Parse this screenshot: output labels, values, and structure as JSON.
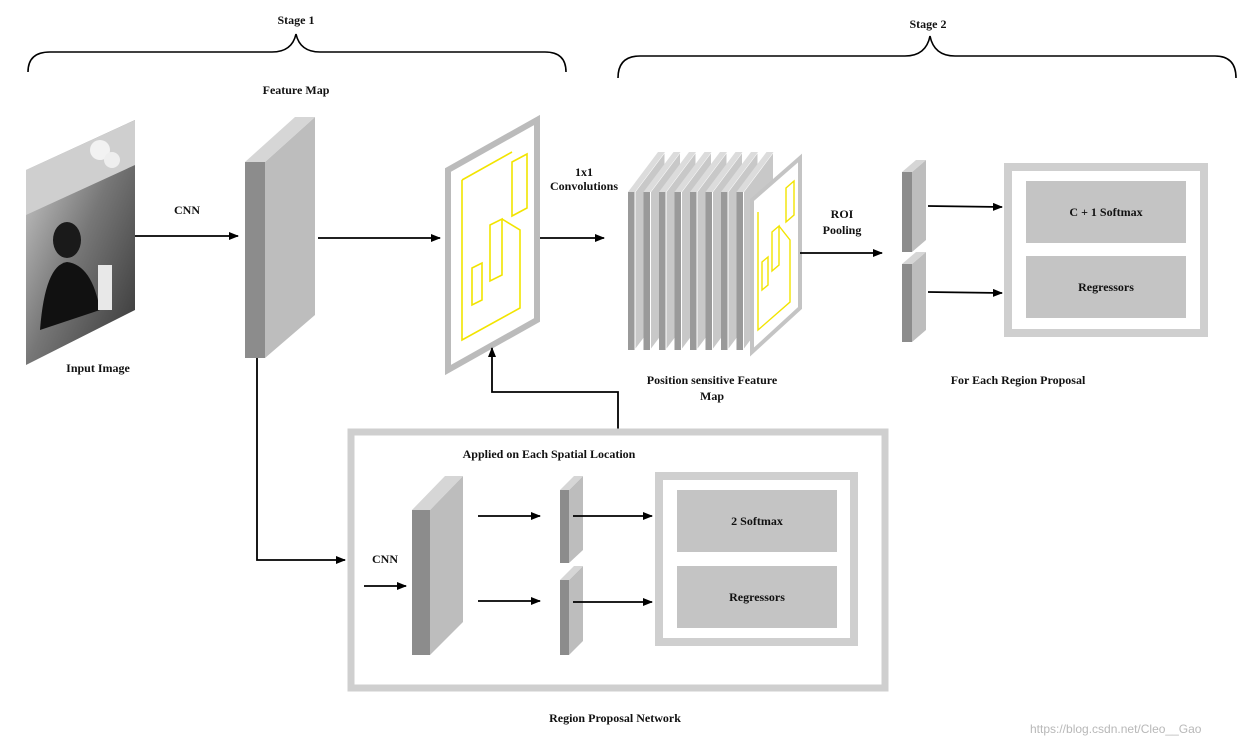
{
  "stage1": "Stage 1",
  "stage2": "Stage 2",
  "input_image": "Input Image",
  "cnn_main": "CNN",
  "feature_map": "Feature Map",
  "conv_line1": "1x1",
  "conv_line2": "Convolutions",
  "psfm_line1": "Position sensitive Feature",
  "psfm_line2": "Map",
  "roi_line1": "ROI",
  "roi_line2": "Pooling",
  "head_softmax": "C + 1 Softmax",
  "head_regressors": "Regressors",
  "for_each": "For Each Region Proposal",
  "rpn": {
    "applied": "Applied on Each Spatial Location",
    "cnn": "CNN",
    "softmax": "2 Softmax",
    "regressors": "Regressors",
    "title": "Region Proposal Network"
  },
  "watermark": "https://blog.csdn.net/Cleo__Gao"
}
